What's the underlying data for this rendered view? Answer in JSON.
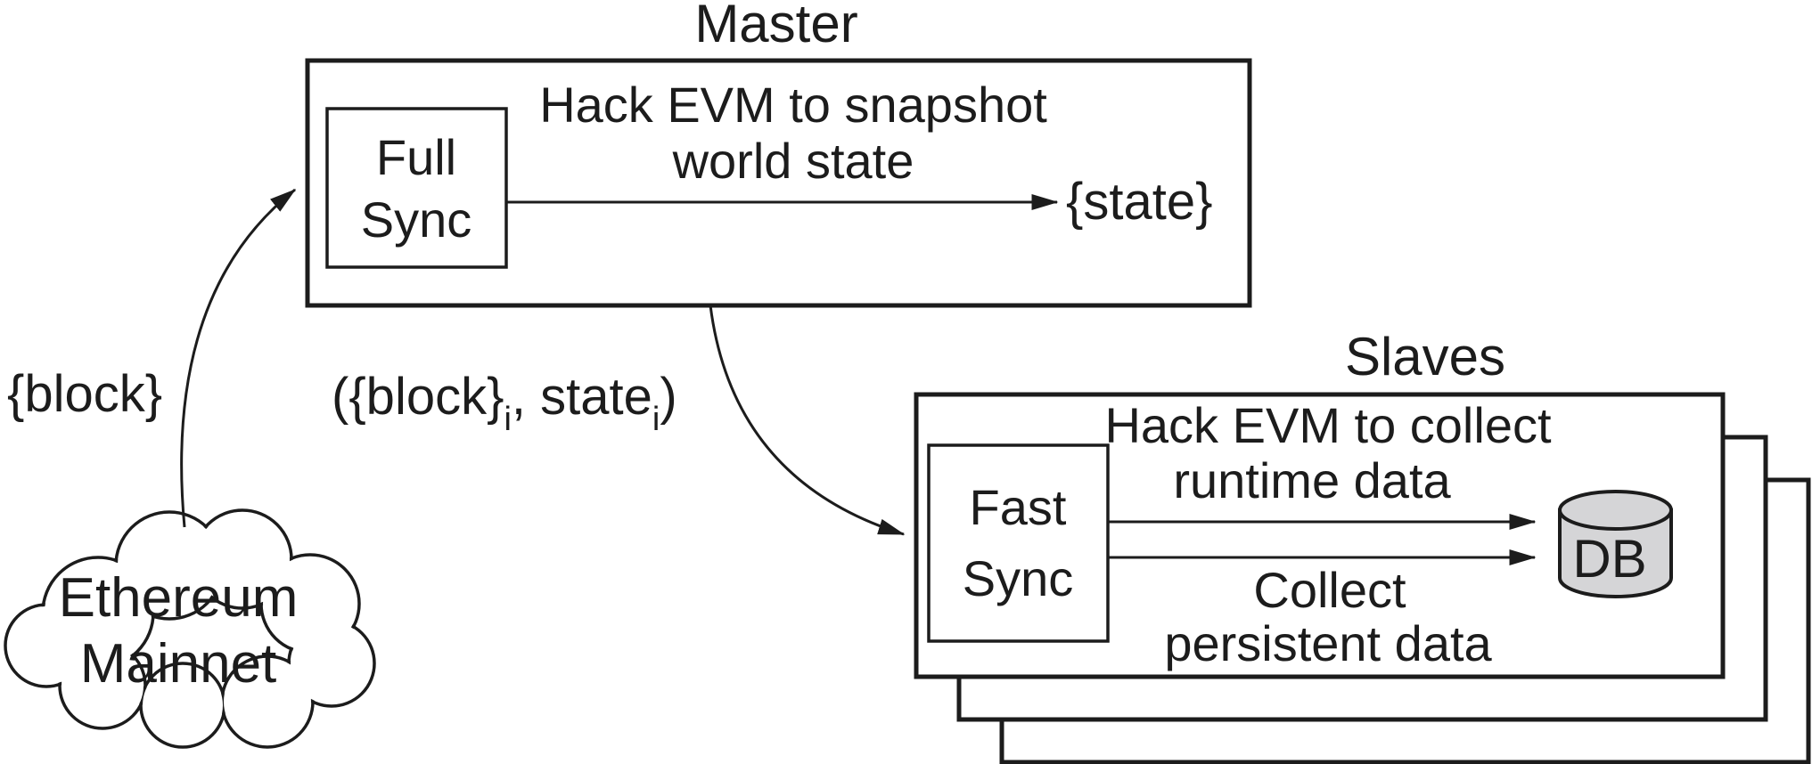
{
  "diagram": {
    "master_title": "Master",
    "slaves_title": "Slaves",
    "cloud": {
      "line1": "Ethereum",
      "line2": "Mainnet"
    },
    "labels": {
      "block": "{block}",
      "state": "{state}",
      "tuple": {
        "part_open": "({block}",
        "sub_i1": "i",
        "part_mid": ", state",
        "sub_i2": "i",
        "part_close": ")"
      }
    },
    "master": {
      "node_line1": "Full",
      "node_line2": "Sync",
      "caption_line1": "Hack EVM to snapshot",
      "caption_line2": "world state"
    },
    "slaves": {
      "node_line1": "Fast",
      "node_line2": "Sync",
      "caption_top_line1": "Hack EVM to collect",
      "caption_top_line2": "runtime data",
      "caption_bottom_line1": "Collect",
      "caption_bottom_line2": "persistent data",
      "db_label": "DB"
    },
    "colors": {
      "ink": "#1c1c1c",
      "db_fill": "#d5d5d7",
      "background": "#ffffff"
    }
  }
}
